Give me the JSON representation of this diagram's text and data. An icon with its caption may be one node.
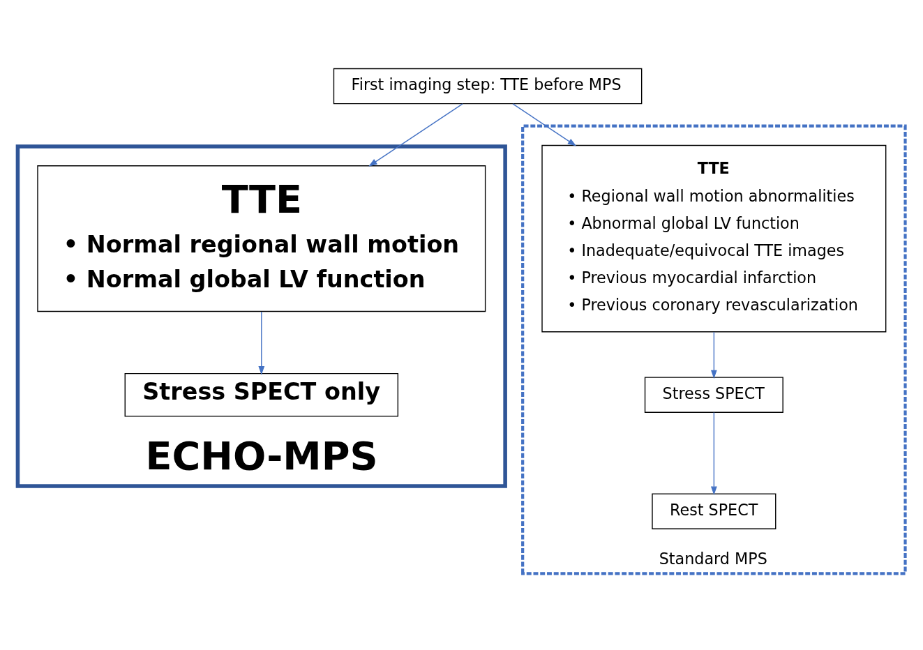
{
  "diagram": {
    "nodes": [
      {
        "text": [
          "First imaging step: TTE before MPS"
        ]
      },
      {
        "text": [
          "ECHO-MPS"
        ]
      },
      {
        "text": [
          "TTE",
          "• Normal regional wall motion",
          "• Normal global LV function"
        ],
        "in": 1
      },
      {
        "text": [
          "Stress SPECT only"
        ],
        "in": 1
      },
      {
        "text": [
          "Standard MPS"
        ]
      },
      {
        "text": [
          "TTE",
          "• Regional wall motion abnormalities",
          "• Abnormal global LV function",
          "• Inadequate/equivocal TTE images",
          "• Previous myocardial infarction",
          "• Previous coronary revascularization"
        ],
        "in": 4
      },
      {
        "text": [
          "Stress SPECT"
        ],
        "in": 4
      },
      {
        "text": [
          "Rest SPECT"
        ],
        "in": 4
      }
    ],
    "edges": [
      {
        "from": 0,
        "to": 2,
        "arrow": "to"
      },
      {
        "from": 0,
        "to": 5,
        "arrow": "to"
      },
      {
        "from": 2,
        "to": 3,
        "arrow": "to"
      },
      {
        "from": 5,
        "to": 6,
        "arrow": "to"
      },
      {
        "from": 6,
        "to": 7,
        "arrow": "to"
      }
    ]
  }
}
